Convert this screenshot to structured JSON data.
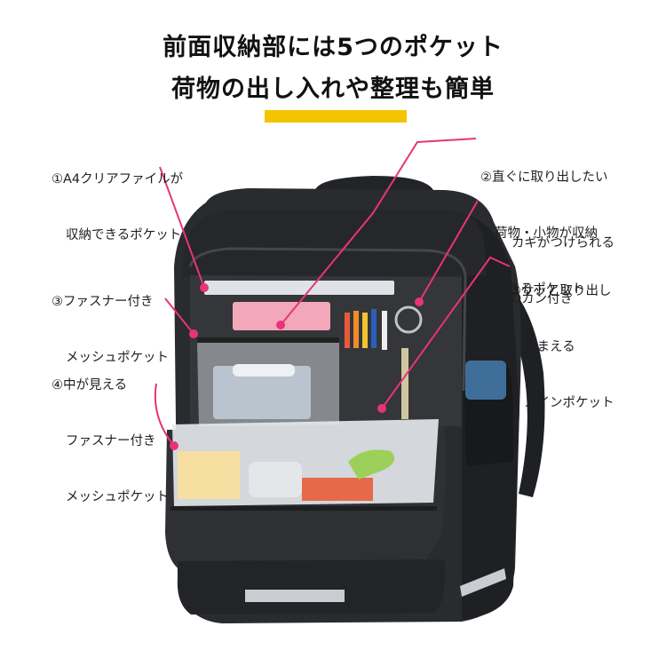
{
  "heading": {
    "line1": "前面収納部には5つのポケット",
    "line2": "荷物の出し入れや整理も簡単"
  },
  "colors": {
    "accent_bar": "#f5c400",
    "pointer_line": "#e8337a",
    "bag_body": "#2a2b2e",
    "bag_dark": "#1c1d1f",
    "bag_lining": "#3a3c40",
    "mesh": "#e9ecef",
    "reflector": "#c9ccd0"
  },
  "callouts": {
    "c1": {
      "line1": "①A4クリアファイルが",
      "line2": "収納できるポケット"
    },
    "c2": {
      "line1": "②直ぐに取り出したい",
      "line2": "荷物・小物が収納",
      "line3": "できるポケット"
    },
    "c3": {
      "line1": "③ファスナー付き",
      "line2": "メッシュポケット"
    },
    "c4": {
      "line1": "④中が見える",
      "line2": "ファスナー付き",
      "line3": "メッシュポケット"
    },
    "c5": {
      "line1": "カギがつけられる",
      "line2": "Dカン付き"
    },
    "c6": {
      "line1": "⑤サッと取り出し",
      "line2": "しまえる",
      "line3": "メインポケット"
    }
  },
  "icons": {
    "product": "backpack-illustration"
  }
}
